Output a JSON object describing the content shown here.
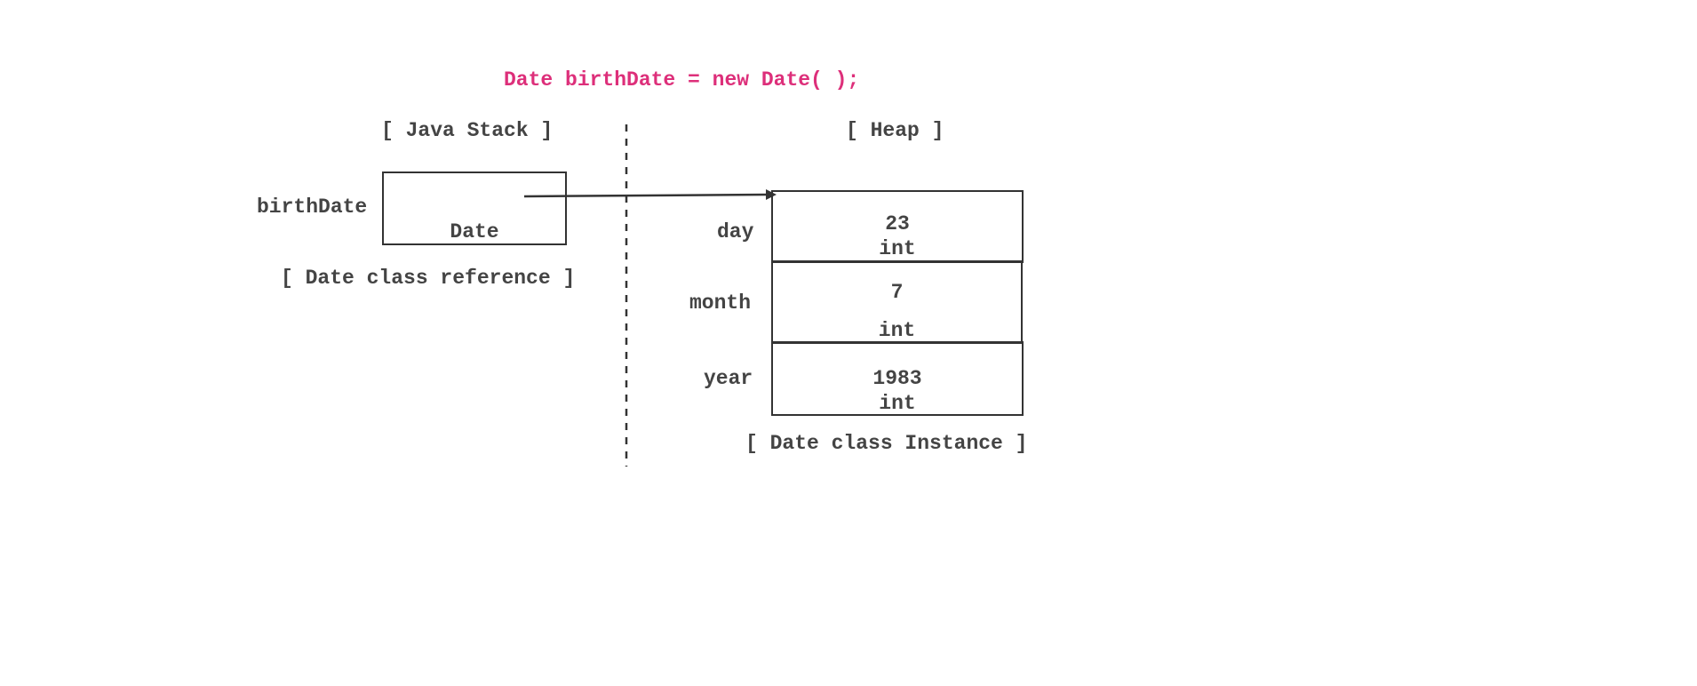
{
  "code_line": "Date birthDate = new Date( );",
  "stack": {
    "title": "[ Java Stack ]",
    "variable_label": "birthDate",
    "box_type": "Date",
    "caption": "[ Date class reference ]"
  },
  "heap": {
    "title": "[ Heap ]",
    "fields": [
      {
        "name": "day",
        "value": "23",
        "type": "int"
      },
      {
        "name": "month",
        "value": "7",
        "type": "int"
      },
      {
        "name": "year",
        "value": "1983",
        "type": "int"
      }
    ],
    "caption": "[ Date class Instance ]"
  },
  "colors": {
    "code": "#dd2f7a",
    "text": "#444444",
    "lines": "#333333"
  }
}
